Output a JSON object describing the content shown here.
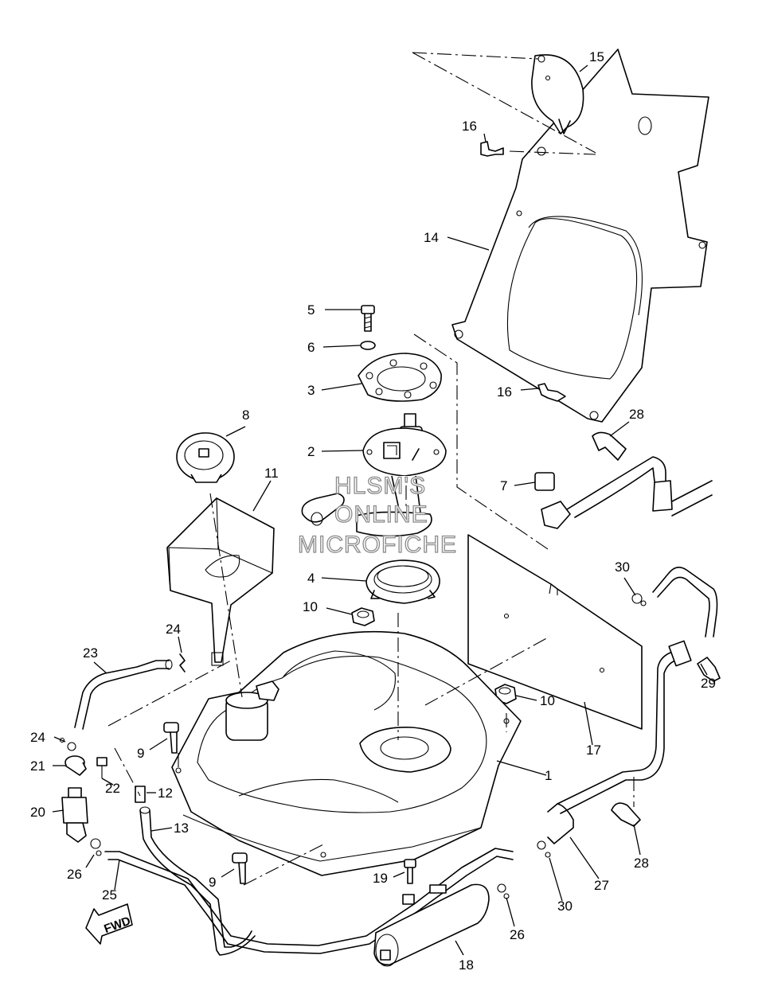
{
  "callouts": {
    "c1": "1",
    "c2": "2",
    "c3": "3",
    "c4": "4",
    "c5": "5",
    "c6": "6",
    "c7": "7",
    "c8": "8",
    "c9a": "9",
    "c9b": "9",
    "c10a": "10",
    "c10b": "10",
    "c11": "11",
    "c12": "12",
    "c13": "13",
    "c14": "14",
    "c15": "15",
    "c16a": "16",
    "c16b": "16",
    "c17": "17",
    "c18": "18",
    "c19": "19",
    "c20": "20",
    "c21": "21",
    "c22": "22",
    "c23": "23",
    "c24a": "24",
    "c24b": "24",
    "c25": "25",
    "c26a": "26",
    "c26b": "26",
    "c27": "27",
    "c28a": "28",
    "c28b": "28",
    "c29": "29",
    "c30a": "30",
    "c30b": "30"
  },
  "watermark": {
    "line1": "HLSM'S",
    "line2": "ONLINE",
    "line3": "MICROFICHE"
  },
  "fwd_label": "FWD"
}
